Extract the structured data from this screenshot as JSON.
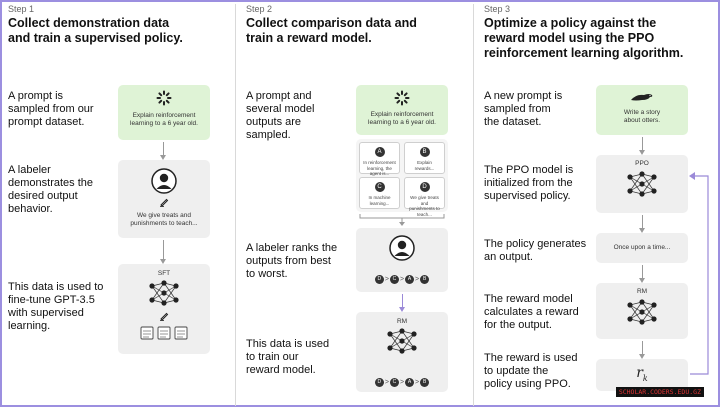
{
  "columns": [
    {
      "step": "Step 1",
      "heading_lines": [
        "Collect demonstration data",
        "and train a supervised policy."
      ],
      "descriptions": [
        [
          "A prompt is",
          "sampled from our",
          "prompt dataset."
        ],
        [
          "A labeler",
          "demonstrates the",
          "desired output",
          "behavior."
        ],
        [
          "This data is used to",
          "fine-tune GPT-3.5",
          "with supervised",
          "learning."
        ]
      ],
      "prompt_card": [
        "Explain reinforcement",
        "learning to a 6 year old."
      ],
      "demo_card": [
        "We give treats and",
        "punishments to teach..."
      ],
      "model_label": "SFT"
    },
    {
      "step": "Step 2",
      "heading_lines": [
        "Collect comparison data and",
        "train a reward model."
      ],
      "descriptions": [
        [
          "A prompt and",
          "several model",
          "outputs are",
          "sampled."
        ],
        [
          "A labeler ranks the",
          "outputs from best",
          "to worst."
        ],
        [
          "This data is used",
          "to train our",
          "reward model."
        ]
      ],
      "prompt_card": [
        "Explain reinforcement",
        "learning to a 6 year old."
      ],
      "outputs": [
        {
          "letter": "A",
          "text": [
            "In reinforcement",
            "learning, the",
            "agent is..."
          ]
        },
        {
          "letter": "B",
          "text": [
            "Explain rewards..."
          ]
        },
        {
          "letter": "C",
          "text": [
            "In machine",
            "learning..."
          ]
        },
        {
          "letter": "D",
          "text": [
            "We give treats and",
            "punishments to",
            "teach..."
          ]
        }
      ],
      "ranking": [
        "D",
        ">",
        "C",
        ">",
        "A",
        ">",
        "B"
      ],
      "model_label": "RM"
    },
    {
      "step": "Step 3",
      "heading_lines": [
        "Optimize a policy against the",
        "reward model using the PPO",
        "reinforcement learning algorithm."
      ],
      "descriptions": [
        [
          "A new prompt is",
          "sampled from",
          "the dataset."
        ],
        [
          "The PPO model is",
          "initialized from the",
          "supervised policy."
        ],
        [
          "The policy generates",
          "an output."
        ],
        [
          "The reward model",
          "calculates a reward",
          "for the output."
        ],
        [
          "The reward is used",
          "to update the",
          "policy using PPO."
        ]
      ],
      "prompt_card": [
        "Write a story",
        "about otters."
      ],
      "ppo_label": "PPO",
      "output_card": "Once upon a time...",
      "rm_label": "RM",
      "reward_symbol": "r",
      "reward_subscript": "k"
    }
  ],
  "watermark": "SCHOLAR.CODERS.EDU.GZ",
  "colors": {
    "border": "#9c8fe0",
    "green_card": "#dff3d6",
    "gray_card": "#efefef",
    "loop_arrow": "#9b8ad8"
  }
}
